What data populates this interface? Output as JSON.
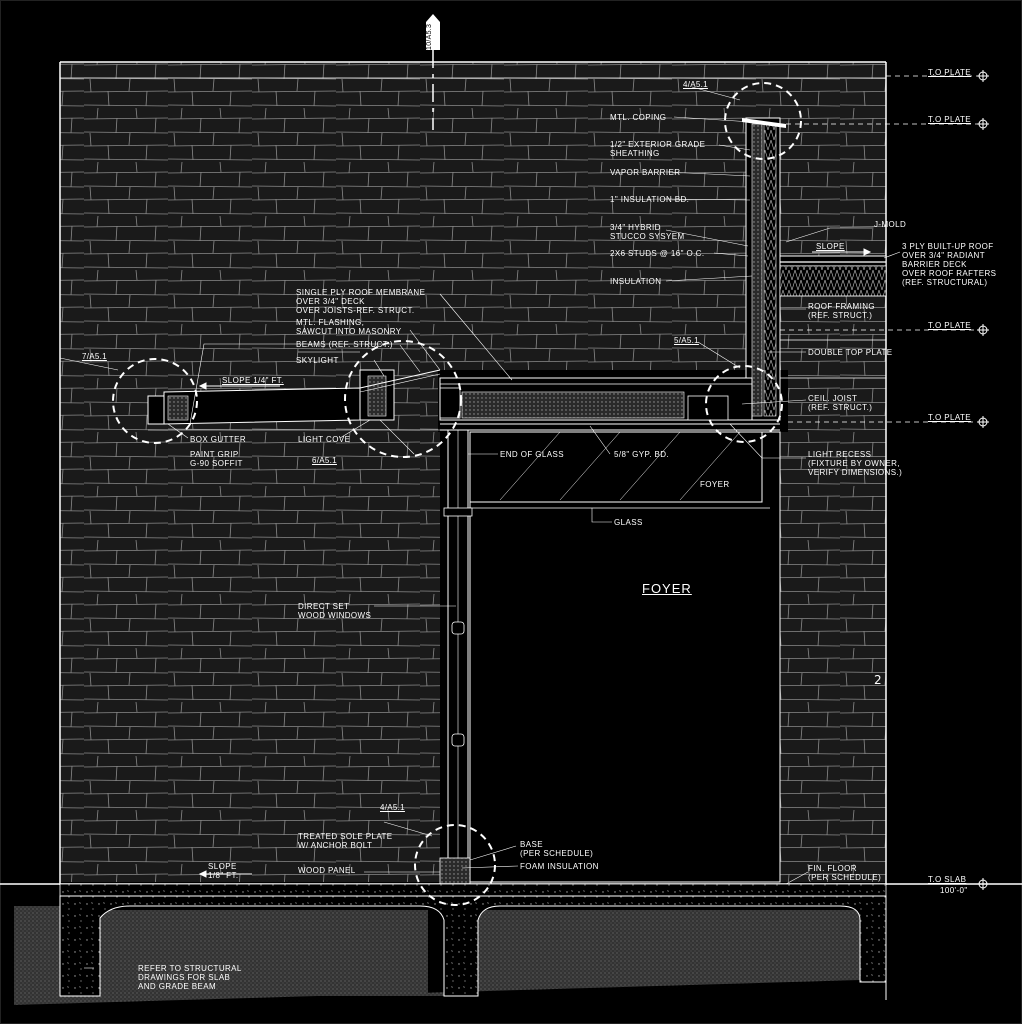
{
  "drawing": {
    "section_marker": "10/A5.3",
    "room_name": "FOYER",
    "colors": {
      "background": "#000000",
      "line": "#ffffff"
    }
  },
  "callouts": {
    "mtl_coping": "MTL. COPING",
    "ext_sheathing": "1/2\" EXTERIOR GRADE\nSHEATHING",
    "vapor_barrier": "VAPOR BARRIER",
    "insulation_bd": "1\" INSULATION BD.",
    "stucco": "3/4\" HYBRID\nSTUCCO SYSYEM",
    "studs": "2x6 STUDS @ 16\" O.C.",
    "insulation": "INSULATION",
    "j_mold": "J-MOLD",
    "slope_roof": "SLOPE",
    "built_up_roof": "3 PLY BUILT-UP ROOF\nOVER 3/4\" RADIANT\nBARRIER DECK\nOVER ROOF RAFTERS\n(REF. STRUCTURAL)",
    "roof_framing": "ROOF FRAMING\n(REF. STRUCT.)",
    "double_top_plate": "DOUBLE TOP PLATE",
    "ceil_joist": "CEIL. JOIST\n(REF. STRUCT.)",
    "light_recess": "LIGHT RECESS\n(FIXTURE BY OWNER,\nVERIFY DIMENSIONS.)",
    "roof_membrane": "SINGLE PLY ROOF MEMBRANE\nOVER 3/4\" DECK\nOVER JOISTS-REF. STRUCT.",
    "mtl_flashing": "MTL. FLASHING,\nSAWCUT INTO MASONRY",
    "beams": "BEAMS (REF. STRUCT.)",
    "skylight": "SKYLIGHT",
    "slope_quarter": "SLOPE 1/4\" FT.",
    "box_gutter": "BOX GUTTER",
    "paint_grip": "PAINT GRIP\nG-90 SOFFIT",
    "light_cove": "LIGHT COVE",
    "end_of_glass": "END OF GLASS",
    "gyp_bd": "5/8\" GYP. BD.",
    "cl_foyer": "FOYER",
    "glass": "GLASS",
    "direct_set": "DIRECT SET\nWOOD WINDOWS",
    "sole_plate": "TREATED SOLE PLATE\nW/ ANCHOR BOLT",
    "wood_panel": "WOOD PANEL",
    "base": "BASE\n(PER SCHEDULE)",
    "foam": "FOAM INSULATION",
    "fin_floor": "FIN. FLOOR\n(PER SCHEDULE)",
    "slope_eighth": "SLOPE\n1/8\" FT.",
    "refer_structural": "REFER TO STRUCTURAL\nDRAWINGS FOR SLAB\nAND GRADE BEAM"
  },
  "detail_tags": {
    "d_4a51_top": "4/A5.1",
    "d_7a51": "7/A5.1",
    "d_5a51": "5/A5.1",
    "d_6a51": "6/A5.1",
    "d_4a51_bottom": "4/A5.1"
  },
  "levels": {
    "plate_1": "T.O PLATE",
    "plate_2": "T.O PLATE",
    "plate_3": "T.O PLATE",
    "plate_4": "T.O PLATE",
    "slab": "T.O SLAB",
    "slab_elev": "100'-0\""
  }
}
